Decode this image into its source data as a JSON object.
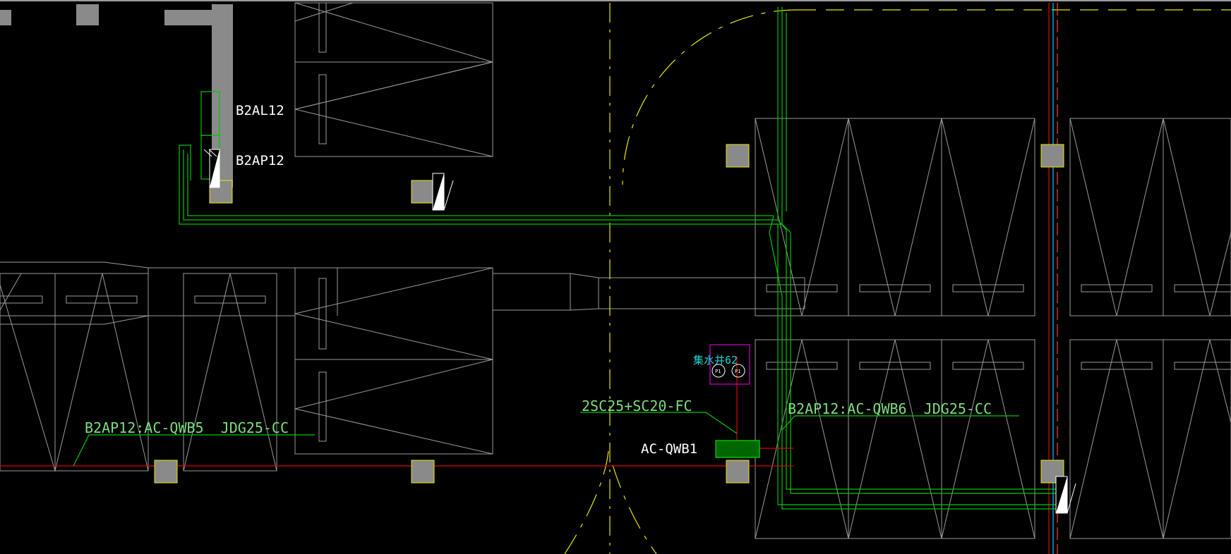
{
  "labels": {
    "b2al12": "B2AL12",
    "b2ap12": "B2AP12",
    "circuit_left": "B2AP12:AC-QWB5  JDG25-CC",
    "circuit_right": "B2AP12:AC-QWB6  JDG25-CC",
    "conduit": "2SC25+SC20-FC",
    "control_box": "AC-QWB1",
    "sump_pit": "集水井62",
    "pump_1": "P1",
    "pump_2": "P1"
  },
  "colors": {
    "background": "#000000",
    "cable_tray": "#00c800",
    "power_line": "#e00000",
    "axis_line": "#ffff00",
    "column_fill": "#808080",
    "column_border": "#ffff00",
    "equipment_outline": "#9a9a9a",
    "pit_outline": "#d000d0",
    "vertical_cyan": "#00c8ff"
  }
}
